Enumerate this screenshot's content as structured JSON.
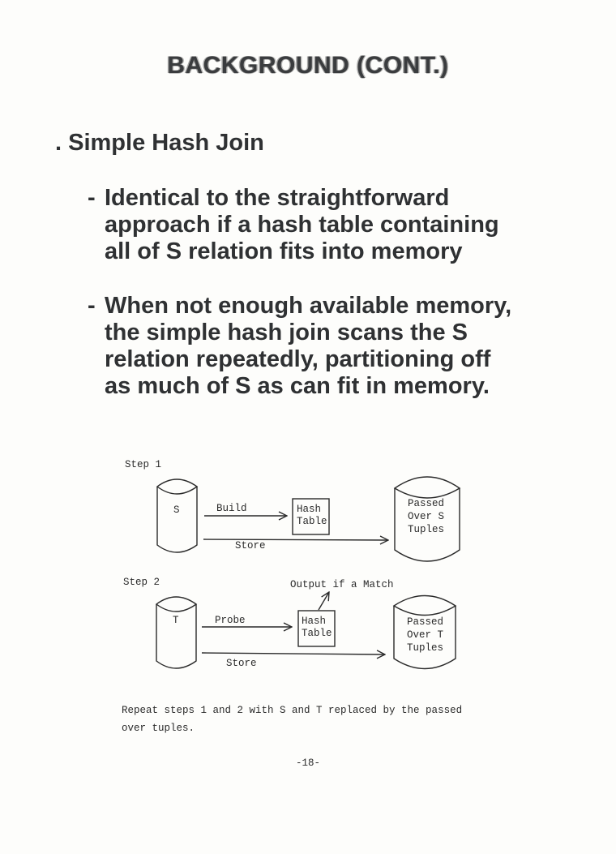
{
  "title": "BACKGROUND (CONT.)",
  "heading": ". Simple Hash Join",
  "bullets": [
    {
      "marker": "-",
      "lines": [
        "Identical to the straightforward",
        "approach if a hash table containing",
        "all of S relation fits into memory"
      ]
    },
    {
      "marker": "-",
      "lines": [
        "When not enough available memory,",
        "the simple hash join scans the S",
        "relation repeatedly, partitioning off",
        "as much of S as can fit in memory."
      ]
    }
  ],
  "diagram": {
    "step1": {
      "label": "Step 1",
      "source": "S",
      "build_label": "Build",
      "hash_table": [
        "Hash",
        "Table"
      ],
      "store_label": "Store",
      "output_store": [
        "Passed",
        "Over S",
        "Tuples"
      ]
    },
    "step2": {
      "label": "Step 2",
      "source": "T",
      "probe_label": "Probe",
      "hash_table": [
        "Hash",
        "Table"
      ],
      "output_label": "Output if a Match",
      "store_label": "Store",
      "output_store": [
        "Passed",
        "Over T",
        "Tuples"
      ]
    }
  },
  "caption": [
    "Repeat steps 1 and 2 with S and T replaced by the passed",
    "over tuples."
  ],
  "page_number": "-18-"
}
